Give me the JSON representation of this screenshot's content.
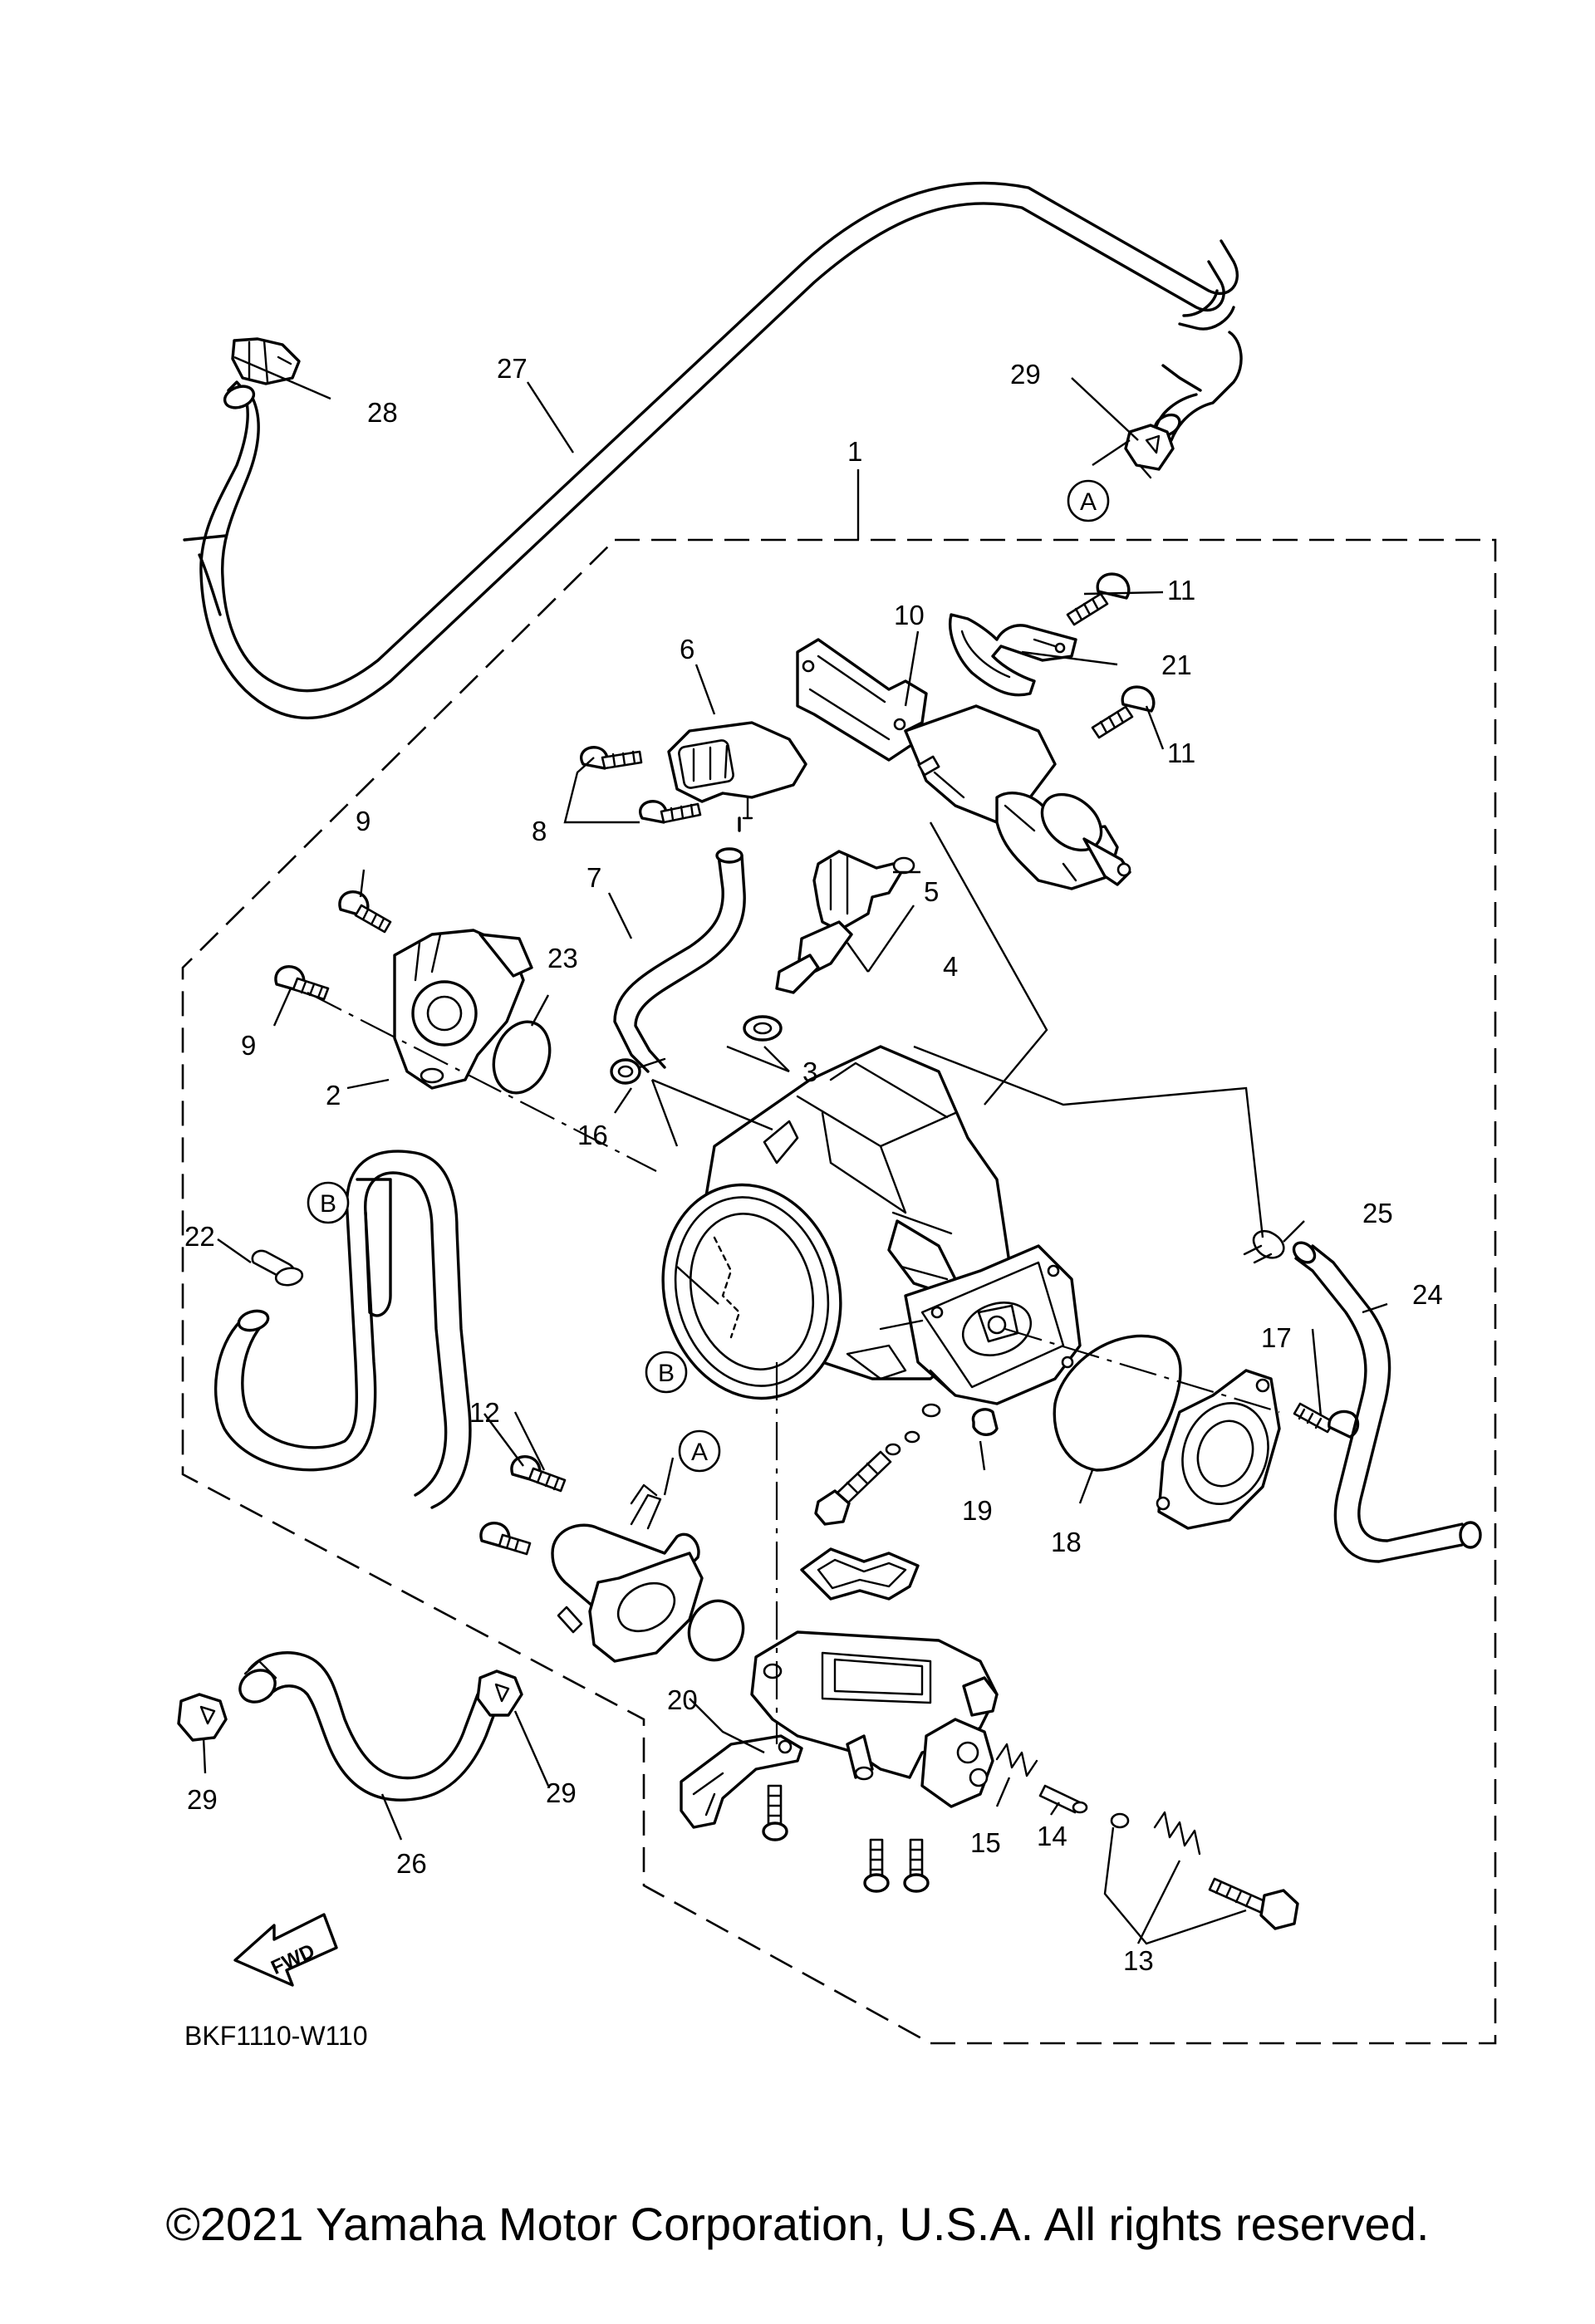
{
  "diagram": {
    "drawing_code": "BKF1110-W110",
    "fwd_label": "FWD",
    "callouts": {
      "c1": "1",
      "c2": "2",
      "c3": "3",
      "c4": "4",
      "c5": "5",
      "c6": "6",
      "c7": "7",
      "c8": "8",
      "c9a": "9",
      "c9b": "9",
      "c10": "10",
      "c11a": "11",
      "c11b": "11",
      "c12": "12",
      "c13": "13",
      "c14": "14",
      "c15": "15",
      "c16": "16",
      "c17": "17",
      "c18": "18",
      "c19": "19",
      "c20": "20",
      "c21": "21",
      "c22": "22",
      "c23": "23",
      "c24": "24",
      "c25": "25",
      "c26": "26",
      "c27": "27",
      "c28": "28",
      "c29a": "29",
      "c29b": "29",
      "c29c": "29"
    },
    "references": {
      "a1": "A",
      "a2": "A",
      "b1": "B",
      "b2": "B"
    }
  },
  "footer": {
    "copyright": "©2021 Yamaha Motor Corporation, U.S.A. All rights reserved."
  }
}
